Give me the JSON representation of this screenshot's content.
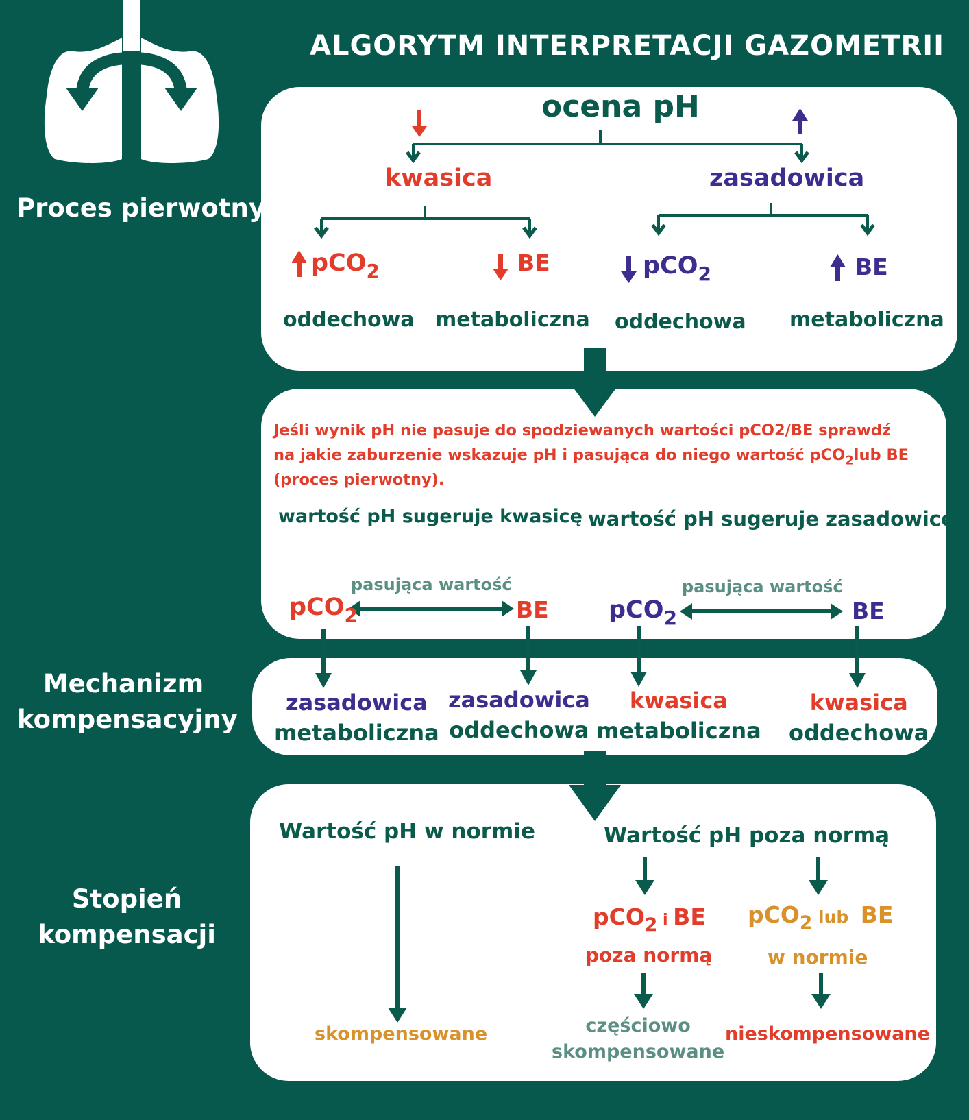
{
  "title": "ALGORYTM INTERPRETACJI GAZOMETRII",
  "colors": {
    "background": "#07594d",
    "green": "#0b5b4c",
    "red": "#e23c2b",
    "purple": "#3d2d8f",
    "orange": "#d9922b",
    "gray": "#5b8f84"
  },
  "icons": {
    "lungs": "lungs-icon",
    "up": "arrow-up-icon",
    "down": "arrow-down-icon"
  },
  "sidebar": {
    "primary": "Proces pierwotny",
    "compensation_line1": "Mechanizm",
    "compensation_line2": "kompensacyjny",
    "degree_line1": "Stopień",
    "degree_line2": "kompensacji"
  },
  "box1": {
    "heading": "ocena pH",
    "acidosis": "kwasica",
    "alkalosis": "zasadowica",
    "pco": "pCO",
    "sub2": "2",
    "be": "BE",
    "respiratory": "oddechowa",
    "metabolic": "metaboliczna"
  },
  "box2": {
    "note_line1": "Jeśli wynik pH nie pasuje do spodziewanych wartości pCO2/BE sprawdź",
    "note_line2_a": "na jakie zaburzenie wskazuje pH i pasująca do niego wartość pCO",
    "note_line2_sub": "2",
    "note_line2_b": "lub BE",
    "note_line3": "(proces pierwotny).",
    "suggests_acidosis": "wartość pH sugeruje kwasicę",
    "suggests_alkalosis": "wartość pH sugeruje zasadowicę",
    "matching_value": "pasująca wartość",
    "pco": "pCO",
    "sub2": "2",
    "be": "BE"
  },
  "box3": {
    "alkalosis": "zasadowica",
    "acidosis": "kwasica",
    "metabolic": "metaboliczna",
    "respiratory": "oddechowa"
  },
  "box4": {
    "ph_normal": "Wartość pH w normie",
    "ph_abnormal": "Wartość pH poza normą",
    "pco": "pCO",
    "sub2": "2",
    "and": "i",
    "or": "lub",
    "be": "BE",
    "outside_norm": "poza normą",
    "in_norm": "w normie",
    "compensated": "skompensowane",
    "partially_line1": "częściowo",
    "partially_line2": "skompensowane",
    "uncompensated": "nieskompensowane"
  }
}
